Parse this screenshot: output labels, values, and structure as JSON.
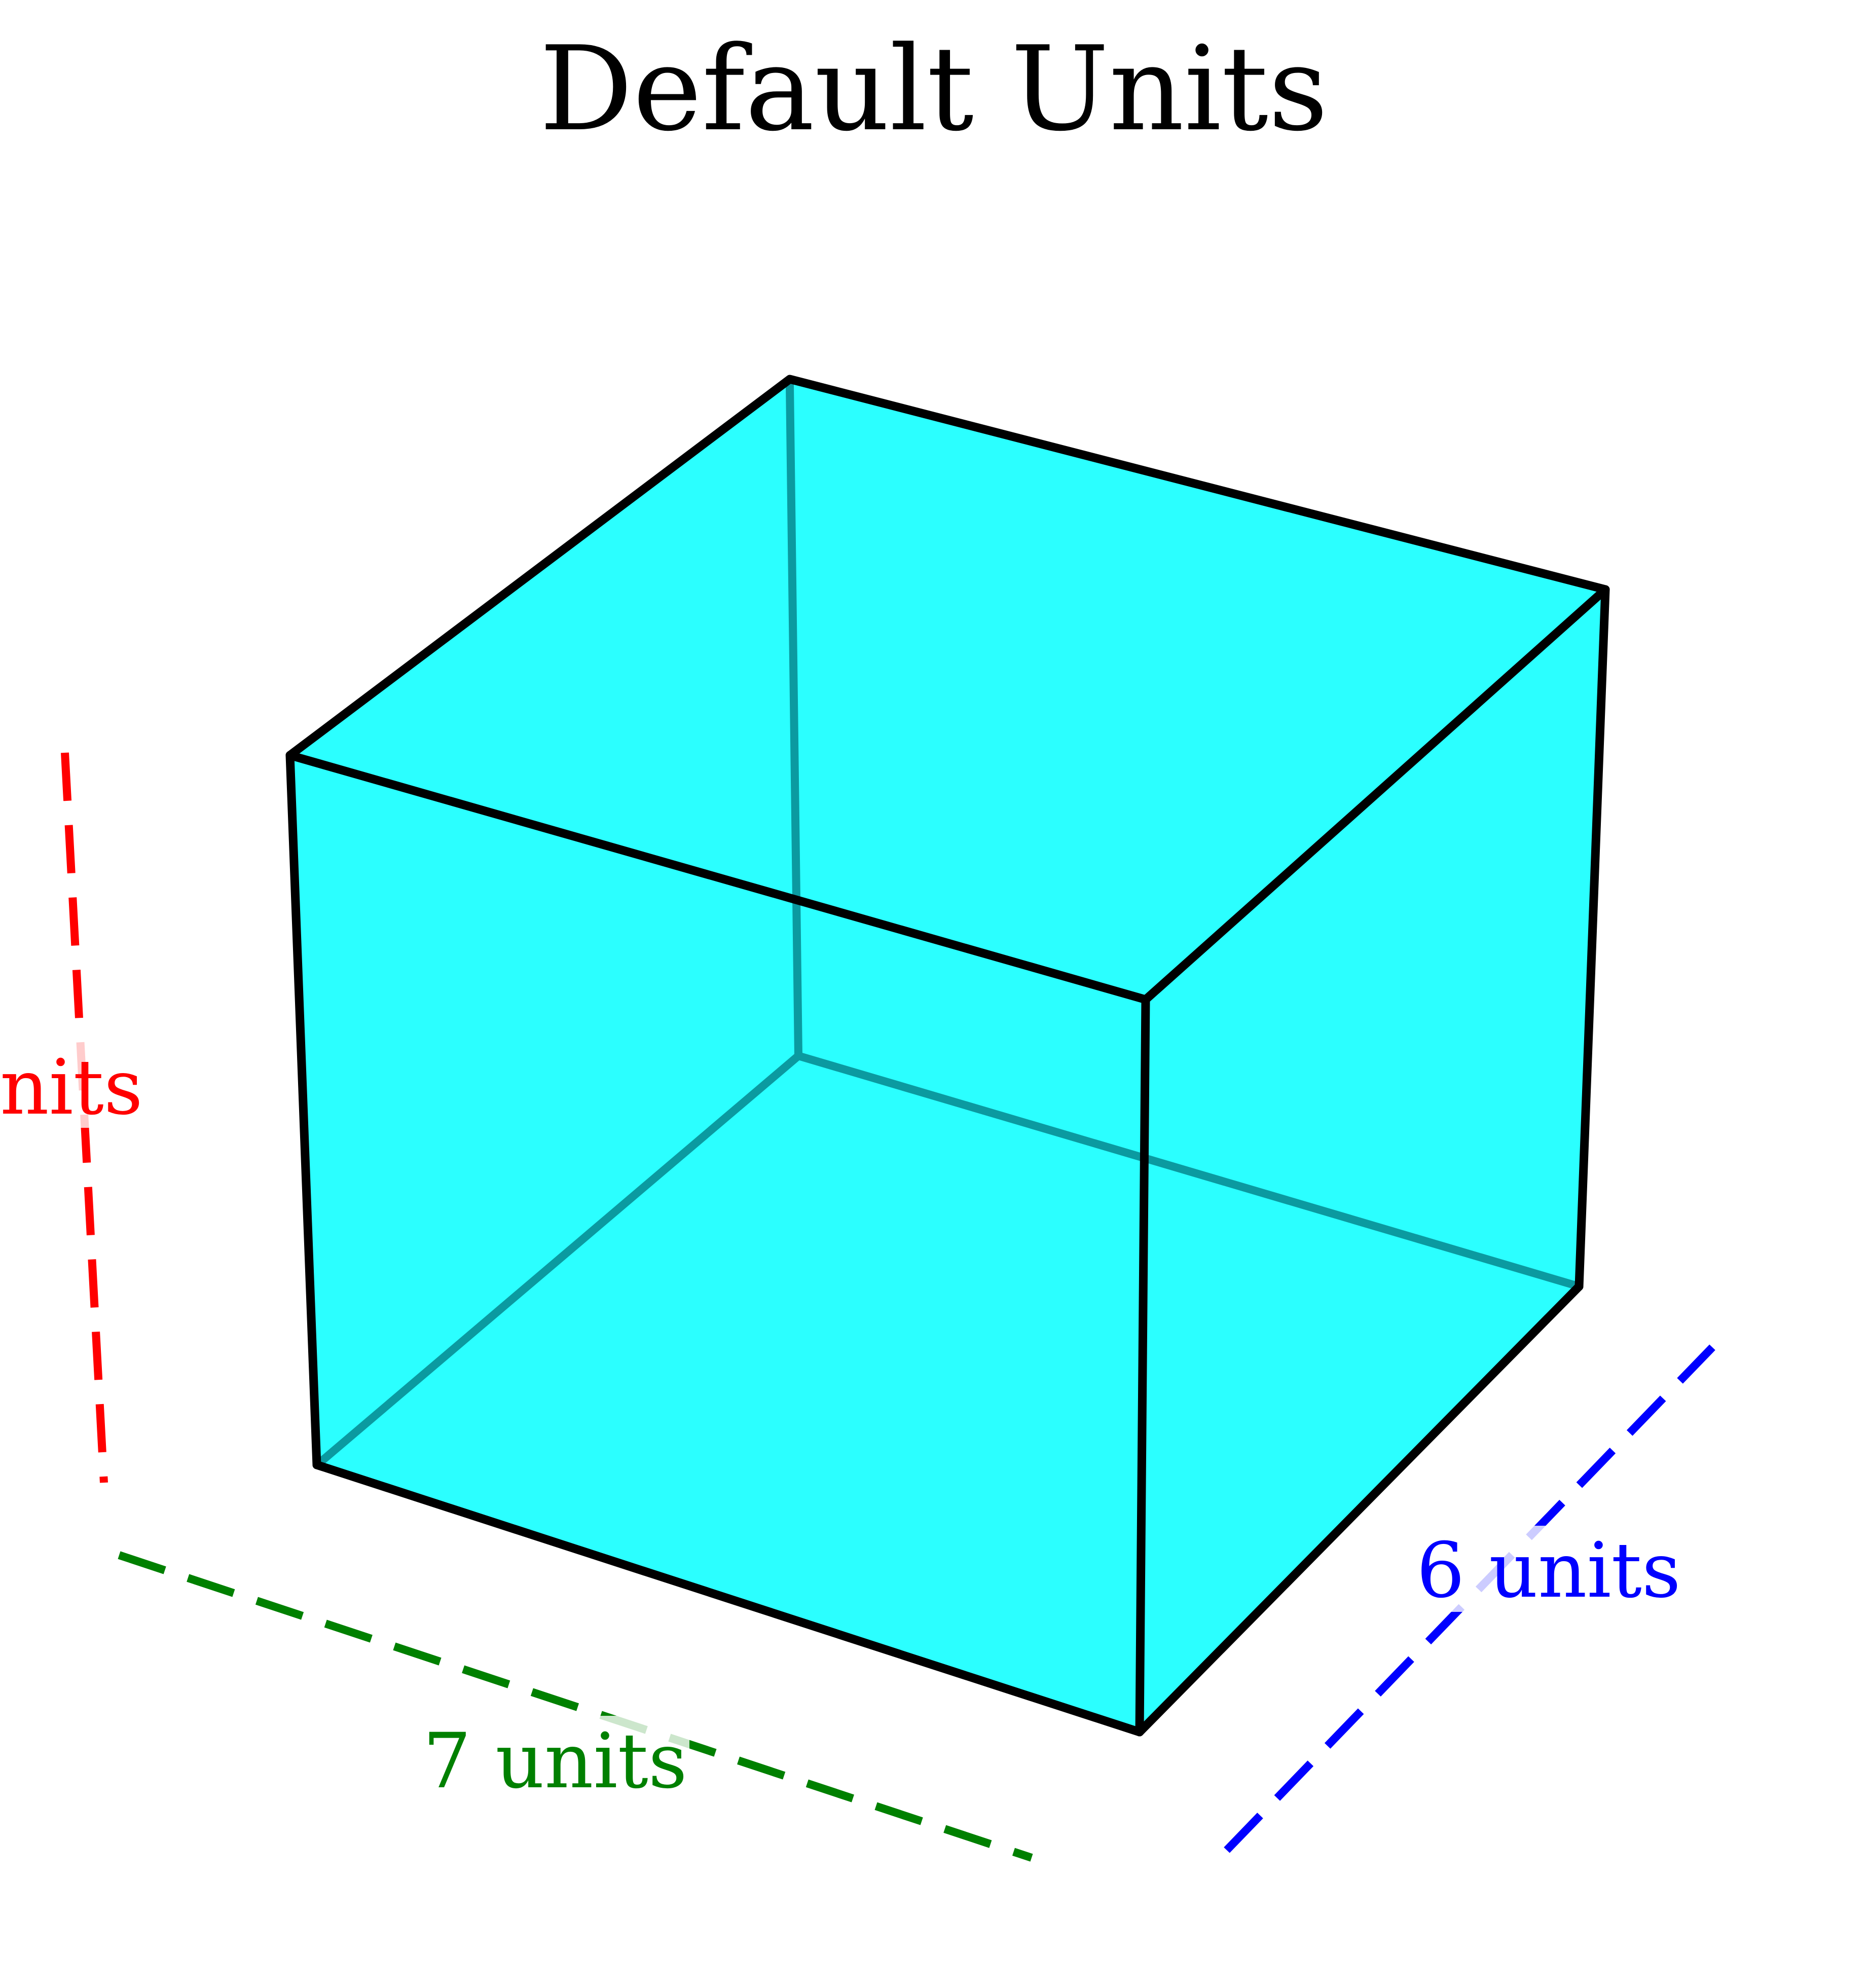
{
  "diagram": {
    "title": "Default Units",
    "shape": "rectangular prism",
    "face_color": "#2bffff",
    "edge_color": "#000000",
    "hidden_edge_color": "#0b9aa0",
    "dimensions": {
      "width": {
        "text": "7 units",
        "color": "#008000"
      },
      "depth": {
        "text": "6 units",
        "color": "#0000ff"
      },
      "height": {
        "text": "nits",
        "color": "#ff0000"
      }
    }
  }
}
